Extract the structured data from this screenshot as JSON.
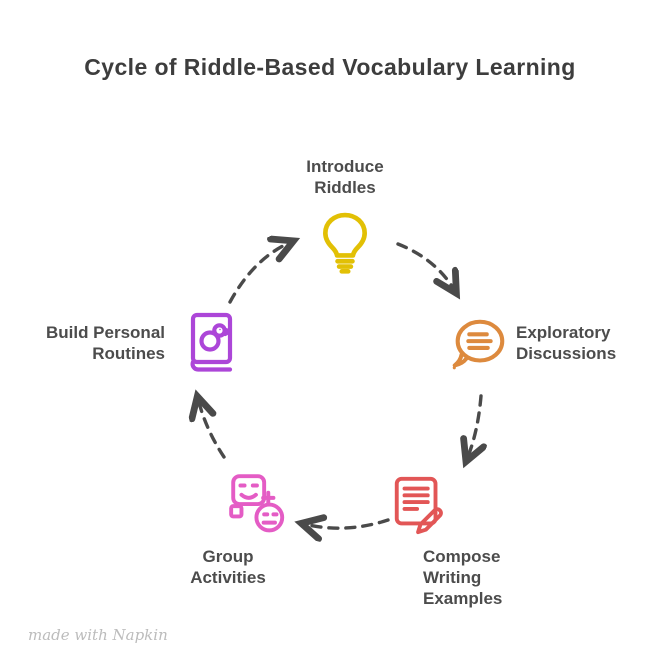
{
  "title": "Cycle of Riddle-Based Vocabulary Learning",
  "watermark": "made with Napkin",
  "colors": {
    "title_text": "#3d3d3d",
    "label_text": "#4c4c4c",
    "arrow": "#4a4a4a",
    "lightbulb": "#e2c005",
    "speech_bubble": "#dd8a3e",
    "document_pencil": "#e25656",
    "group_chat": "#e45cc5",
    "storybook": "#ac46d8",
    "background": "#ffffff"
  },
  "nodes": {
    "top": {
      "icon": "lightbulb-icon",
      "lines": [
        "Introduce",
        "Riddles"
      ]
    },
    "right": {
      "icon": "speech-bubble-icon",
      "lines": [
        "Exploratory",
        "Discussions"
      ]
    },
    "bottom_right": {
      "icon": "document-pencil-icon",
      "lines": [
        "Compose",
        "Writing",
        "Examples"
      ]
    },
    "bottom_left": {
      "icon": "group-chat-icon",
      "lines": [
        "Group",
        "Activities"
      ]
    },
    "left": {
      "icon": "storybook-icon",
      "lines": [
        "Build Personal",
        "Routines"
      ]
    }
  },
  "arrows": [
    {
      "from": "left",
      "to": "top"
    },
    {
      "from": "top",
      "to": "right"
    },
    {
      "from": "right",
      "to": "bottom_right"
    },
    {
      "from": "bottom_right",
      "to": "bottom_left"
    },
    {
      "from": "bottom_left",
      "to": "left"
    }
  ]
}
